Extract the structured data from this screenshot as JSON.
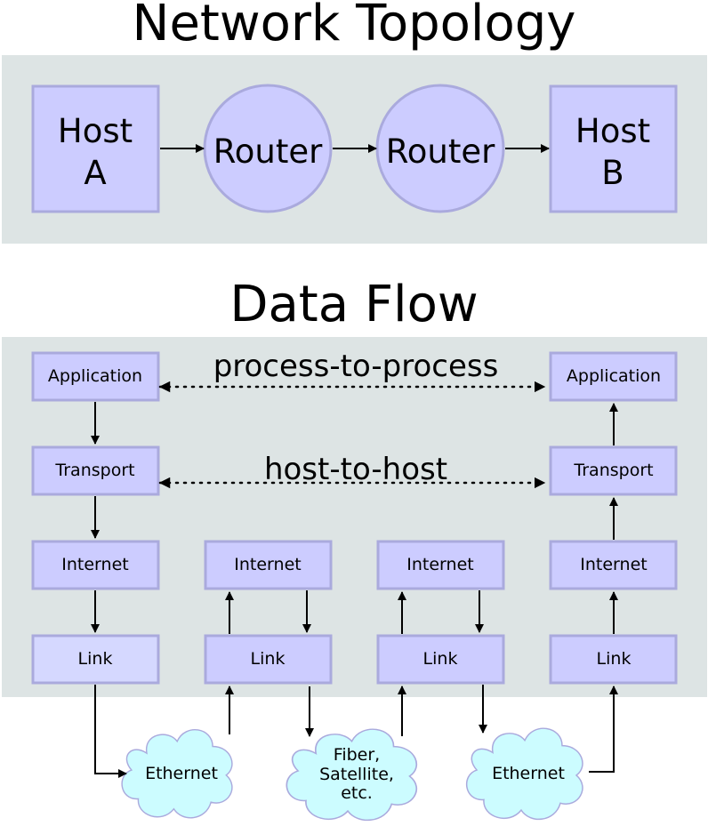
{
  "topology": {
    "title": "Network Topology",
    "host_a": [
      "Host",
      "A"
    ],
    "router_1": "Router",
    "router_2": "Router",
    "host_b": [
      "Host",
      "B"
    ]
  },
  "data_flow": {
    "title": "Data Flow",
    "process_label": "process-to-process",
    "host_label": "host-to-host",
    "stack_a": {
      "application": "Application",
      "transport": "Transport",
      "internet": "Internet",
      "link": "Link"
    },
    "router_1": {
      "internet": "Internet",
      "link": "Link"
    },
    "router_2": {
      "internet": "Internet",
      "link": "Link"
    },
    "stack_b": {
      "application": "Application",
      "transport": "Transport",
      "internet": "Internet",
      "link": "Link"
    }
  },
  "media": {
    "ethernet_1": "Ethernet",
    "fiber": [
      "Fiber,",
      "Satellite,",
      "etc."
    ],
    "ethernet_2": "Ethernet"
  },
  "colors": {
    "panel": "#dde4e4",
    "node_fill": "#ccccff",
    "node_stroke": "#aaaadd",
    "cloud_fill": "#ccfcff"
  }
}
